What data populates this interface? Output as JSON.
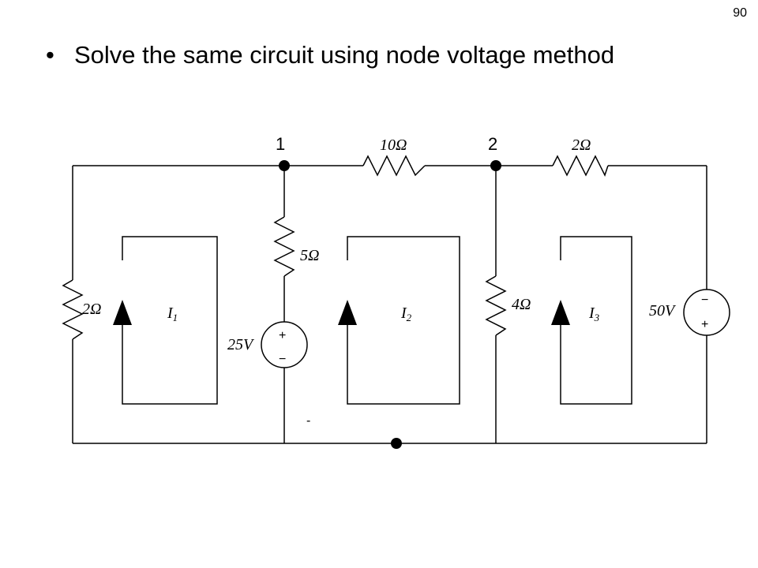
{
  "slide": {
    "page_number": "90",
    "bullet_symbol": "•",
    "bullet_text": "Solve the same circuit using node voltage method"
  },
  "circuit": {
    "node_1_label": "1",
    "node_2_label": "2",
    "r_top_left": "10Ω",
    "r_top_right": "2Ω",
    "r_left": "2Ω",
    "r_middle": "5Ω",
    "r_right": "4Ω",
    "source_left_label": "25V",
    "source_right_label": "50V",
    "plus_sign": "+",
    "minus_sign": "−",
    "stray_mark": "-",
    "mesh_current_1": "I",
    "mesh_current_1_sub": "1",
    "mesh_current_2": "I",
    "mesh_current_2_sub": "2",
    "mesh_current_3": "I",
    "mesh_current_3_sub": "3"
  }
}
